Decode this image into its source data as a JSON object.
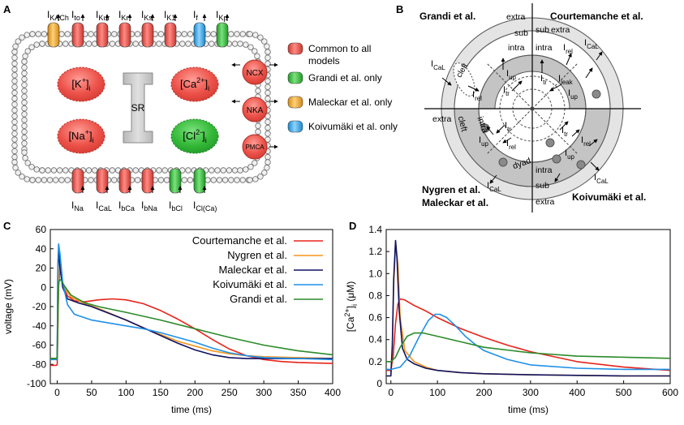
{
  "panels": {
    "a": {
      "letter": "A"
    },
    "b": {
      "letter": "B"
    },
    "c": {
      "letter": "C"
    },
    "d": {
      "letter": "D"
    }
  },
  "panel_a": {
    "top_currents": [
      {
        "main": "I",
        "sub": "KACh",
        "color": "#f5a623"
      },
      {
        "main": "I",
        "sub": "to",
        "color": "#e8504a"
      },
      {
        "main": "I",
        "sub": "Kur",
        "color": "#e8504a"
      },
      {
        "main": "I",
        "sub": "Kr",
        "color": "#e8504a"
      },
      {
        "main": "I",
        "sub": "Ks",
        "color": "#e8504a"
      },
      {
        "main": "I",
        "sub": "K1",
        "color": "#e8504a"
      },
      {
        "main": "I",
        "sub": "f",
        "color": "#29a9e8"
      },
      {
        "main": "I",
        "sub": "Kp",
        "color": "#2fb534"
      }
    ],
    "bottom_currents": [
      {
        "main": "I",
        "sub": "Na",
        "color": "#e8504a"
      },
      {
        "main": "I",
        "sub": "CaL",
        "color": "#e8504a"
      },
      {
        "main": "I",
        "sub": "bCa",
        "color": "#e8504a"
      },
      {
        "main": "I",
        "sub": "bNa",
        "color": "#e8504a"
      },
      {
        "main": "I",
        "sub": "bCl",
        "color": "#2fb534"
      },
      {
        "main": "I",
        "sub": "Cl(Ca)",
        "color": "#2fb534"
      }
    ],
    "ions": {
      "k": {
        "text": "[K",
        "sup": "+",
        "close": "]",
        "sub": "i"
      },
      "ca": {
        "text": "[Ca",
        "sup": "2+",
        "close": "]",
        "sub": "i"
      },
      "na": {
        "text": "[Na",
        "sup": "+",
        "close": "]",
        "sub": "i"
      },
      "cl": {
        "text": "[Cl",
        "sup": "2-",
        "close": "]",
        "sub": "i"
      }
    },
    "sr_label": "SR",
    "pumps": [
      "NCX",
      "NKA",
      "PMCA"
    ],
    "legend": [
      {
        "label": "Common to all models",
        "color": "#e8504a"
      },
      {
        "label": "Grandi et al. only",
        "color": "#2fb534"
      },
      {
        "label": "Maleckar et al. only",
        "color": "#f5a623"
      },
      {
        "label": "Koivumäki et al. only",
        "color": "#29a9e8"
      }
    ]
  },
  "panel_b": {
    "models": {
      "grandi": "Grandi et al.",
      "courtemanche": "Courtemanche et al.",
      "nygren": "Nygren et al.",
      "maleckar": "Maleckar et al.",
      "koivumaki": "Koivumäki et al."
    },
    "compartments": {
      "extra": "extra",
      "sub": "sub",
      "intra": "intra",
      "cleft": "cleft",
      "dyad": "dyad"
    },
    "currents": {
      "I": "I",
      "up": "up",
      "rel": "rel",
      "tr": "tr",
      "leak": "leak",
      "CaL": "CaL"
    }
  },
  "chart_data": [
    {
      "type": "line",
      "title": "",
      "xlabel": "time (ms)",
      "ylabel": "voltage (mV)",
      "xlim": [
        -10,
        400
      ],
      "ylim": [
        -100,
        60
      ],
      "xticks": [
        0,
        50,
        100,
        150,
        200,
        250,
        300,
        350,
        400
      ],
      "yticks": [
        -100,
        -80,
        -60,
        -40,
        -20,
        0,
        20,
        40,
        60
      ],
      "legend": "top-right",
      "series": [
        {
          "name": "Courtemanche et al.",
          "color": "#e8231a",
          "x": [
            -10,
            -1,
            0,
            2,
            4,
            8,
            15,
            25,
            40,
            60,
            80,
            100,
            125,
            150,
            175,
            200,
            225,
            250,
            275,
            300,
            325,
            350,
            400
          ],
          "y": [
            -81,
            -81,
            -80,
            0,
            22,
            2,
            -9,
            -14,
            -15,
            -13,
            -12,
            -13,
            -17,
            -24,
            -33,
            -43,
            -54,
            -64,
            -71,
            -75,
            -77,
            -78,
            -79
          ]
        },
        {
          "name": "Nygren et al.",
          "color": "#f5961d",
          "x": [
            -10,
            -1,
            0,
            2,
            4,
            6,
            10,
            20,
            40,
            60,
            80,
            100,
            125,
            150,
            175,
            200,
            225,
            250,
            275,
            300,
            350,
            400
          ],
          "y": [
            -74,
            -74,
            -73,
            10,
            28,
            10,
            0,
            -10,
            -17,
            -22,
            -28,
            -34,
            -42,
            -49,
            -56,
            -61,
            -66,
            -69,
            -71,
            -72,
            -73,
            -74
          ]
        },
        {
          "name": "Maleckar et al.",
          "color": "#101261",
          "x": [
            -10,
            -1,
            0,
            1,
            2,
            4,
            8,
            15,
            30,
            50,
            75,
            100,
            125,
            150,
            175,
            200,
            225,
            250,
            275,
            300,
            350,
            400
          ],
          "y": [
            -74,
            -74,
            -73,
            20,
            38,
            20,
            0,
            -12,
            -16,
            -20,
            -27,
            -34,
            -42,
            -50,
            -58,
            -65,
            -70,
            -73,
            -74,
            -74,
            -74,
            -74
          ]
        },
        {
          "name": "Koivumäki et al.",
          "color": "#1e90e8",
          "x": [
            -10,
            -1,
            0,
            1,
            2,
            4,
            8,
            15,
            25,
            50,
            75,
            100,
            125,
            150,
            175,
            200,
            225,
            250,
            275,
            300,
            350,
            400
          ],
          "y": [
            -75,
            -75,
            -74,
            25,
            45,
            35,
            5,
            -18,
            -28,
            -34,
            -37,
            -40,
            -43,
            -47,
            -52,
            -57,
            -63,
            -68,
            -71,
            -73,
            -74,
            -75
          ]
        },
        {
          "name": "Grandi et al.",
          "color": "#2a8a2a",
          "x": [
            -10,
            -1,
            0,
            2,
            4,
            6,
            10,
            20,
            40,
            60,
            80,
            100,
            150,
            200,
            250,
            300,
            350,
            400
          ],
          "y": [
            -74,
            -74,
            -72,
            5,
            8,
            7,
            2,
            -8,
            -16,
            -20,
            -23,
            -26,
            -34,
            -43,
            -52,
            -60,
            -66,
            -70
          ]
        }
      ]
    },
    {
      "type": "line",
      "title": "",
      "xlabel": "time (ms)",
      "ylabel": "[Ca2+]i (μM)",
      "xlim": [
        -10,
        600
      ],
      "ylim": [
        0,
        1.4
      ],
      "xticks": [
        0,
        100,
        200,
        300,
        400,
        500,
        600
      ],
      "yticks": [
        0,
        0.2,
        0.4,
        0.6,
        0.8,
        1.0,
        1.2,
        1.4
      ],
      "legend": "none",
      "series": [
        {
          "name": "Courtemanche et al.",
          "color": "#e8231a",
          "x": [
            -10,
            0,
            5,
            10,
            15,
            20,
            30,
            50,
            75,
            100,
            150,
            200,
            250,
            300,
            400,
            500,
            600
          ],
          "y": [
            0.12,
            0.12,
            0.25,
            0.55,
            0.72,
            0.77,
            0.76,
            0.71,
            0.66,
            0.6,
            0.5,
            0.42,
            0.35,
            0.29,
            0.2,
            0.15,
            0.12
          ]
        },
        {
          "name": "Nygren et al.",
          "color": "#f5961d",
          "x": [
            -10,
            0,
            3,
            6,
            10,
            15,
            20,
            30,
            50,
            75,
            100,
            150,
            200,
            300,
            400,
            500,
            600
          ],
          "y": [
            0.07,
            0.07,
            0.3,
            0.9,
            1.25,
            1.1,
            0.6,
            0.3,
            0.2,
            0.15,
            0.12,
            0.1,
            0.09,
            0.08,
            0.075,
            0.07,
            0.07
          ]
        },
        {
          "name": "Maleckar et al.",
          "color": "#101261",
          "x": [
            -10,
            0,
            3,
            6,
            10,
            13,
            18,
            25,
            35,
            50,
            75,
            100,
            150,
            200,
            300,
            400,
            500,
            600
          ],
          "y": [
            0.07,
            0.07,
            0.35,
            0.95,
            1.3,
            1.15,
            0.65,
            0.32,
            0.22,
            0.18,
            0.14,
            0.12,
            0.1,
            0.09,
            0.08,
            0.075,
            0.07,
            0.07
          ]
        },
        {
          "name": "Koivumäki et al.",
          "color": "#1e90e8",
          "x": [
            -10,
            0,
            20,
            40,
            60,
            80,
            95,
            105,
            120,
            140,
            160,
            180,
            200,
            250,
            300,
            400,
            500,
            600
          ],
          "y": [
            0.13,
            0.13,
            0.15,
            0.25,
            0.42,
            0.57,
            0.63,
            0.63,
            0.6,
            0.52,
            0.43,
            0.36,
            0.3,
            0.22,
            0.17,
            0.14,
            0.13,
            0.13
          ]
        },
        {
          "name": "Grandi et al.",
          "color": "#2a8a2a",
          "x": [
            -10,
            0,
            10,
            20,
            35,
            50,
            70,
            100,
            150,
            200,
            300,
            400,
            500,
            600
          ],
          "y": [
            0.2,
            0.2,
            0.24,
            0.33,
            0.43,
            0.46,
            0.46,
            0.43,
            0.38,
            0.33,
            0.28,
            0.25,
            0.24,
            0.23
          ]
        }
      ]
    }
  ]
}
